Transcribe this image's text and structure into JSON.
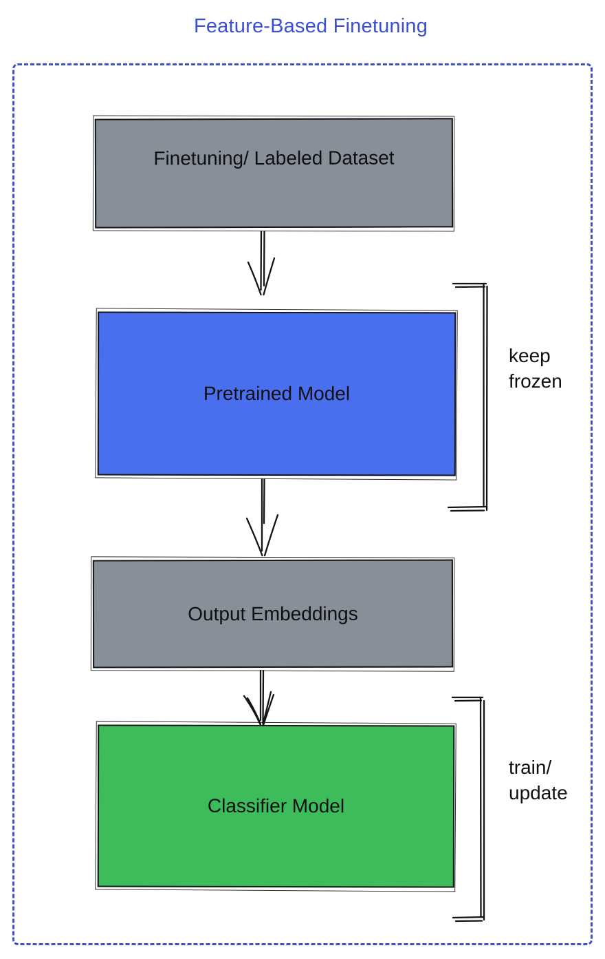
{
  "title": "Feature-Based Finetuning",
  "colors": {
    "title_blue": "#3a4fd4",
    "dashed_border_blue": "#3e53c5",
    "box_gray": "#878f99",
    "box_blue": "#4a6fee",
    "box_green": "#3dbc5c",
    "sketch_stroke": "#141414"
  },
  "boxes": {
    "dataset": {
      "label": "Finetuning/ Labeled Dataset"
    },
    "pretrained": {
      "label": "Pretrained Model"
    },
    "embeddings": {
      "label": "Output Embeddings"
    },
    "classifier": {
      "label": "Classifier Model"
    }
  },
  "annotations": {
    "keep_frozen": {
      "text": "keep\nfrozen"
    },
    "train_update": {
      "text": "train/\nupdate"
    }
  }
}
